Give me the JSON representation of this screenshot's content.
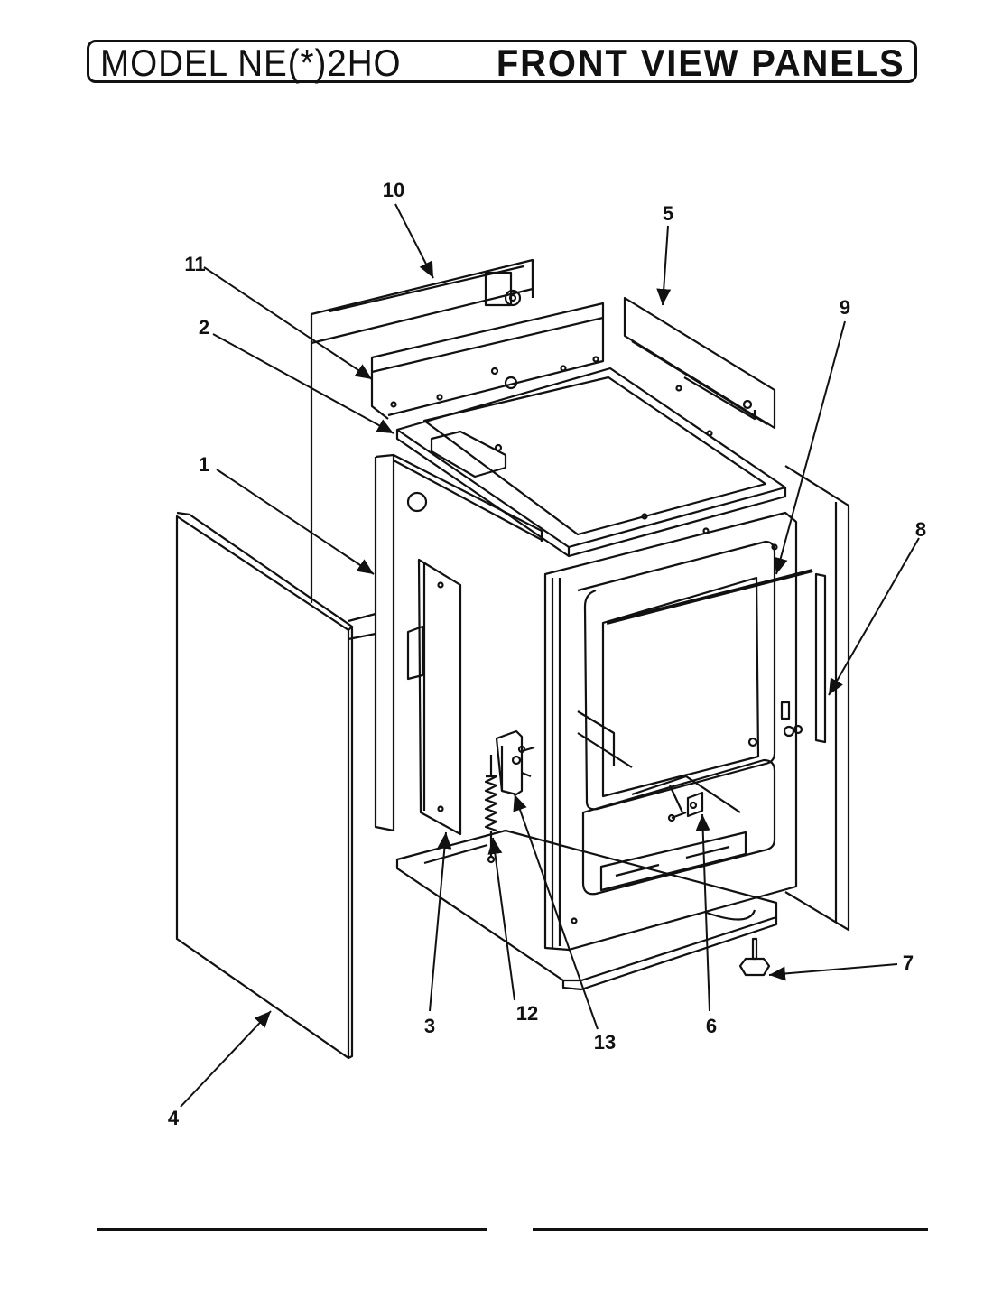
{
  "header": {
    "model": "MODEL NE(*)2HO",
    "section": "FRONT VIEW PANELS"
  },
  "callouts": [
    "1",
    "2",
    "3",
    "4",
    "5",
    "6",
    "7",
    "8",
    "9",
    "10",
    "11",
    "12",
    "13"
  ],
  "colors": {
    "ink": "#111111",
    "paper": "#ffffff"
  }
}
